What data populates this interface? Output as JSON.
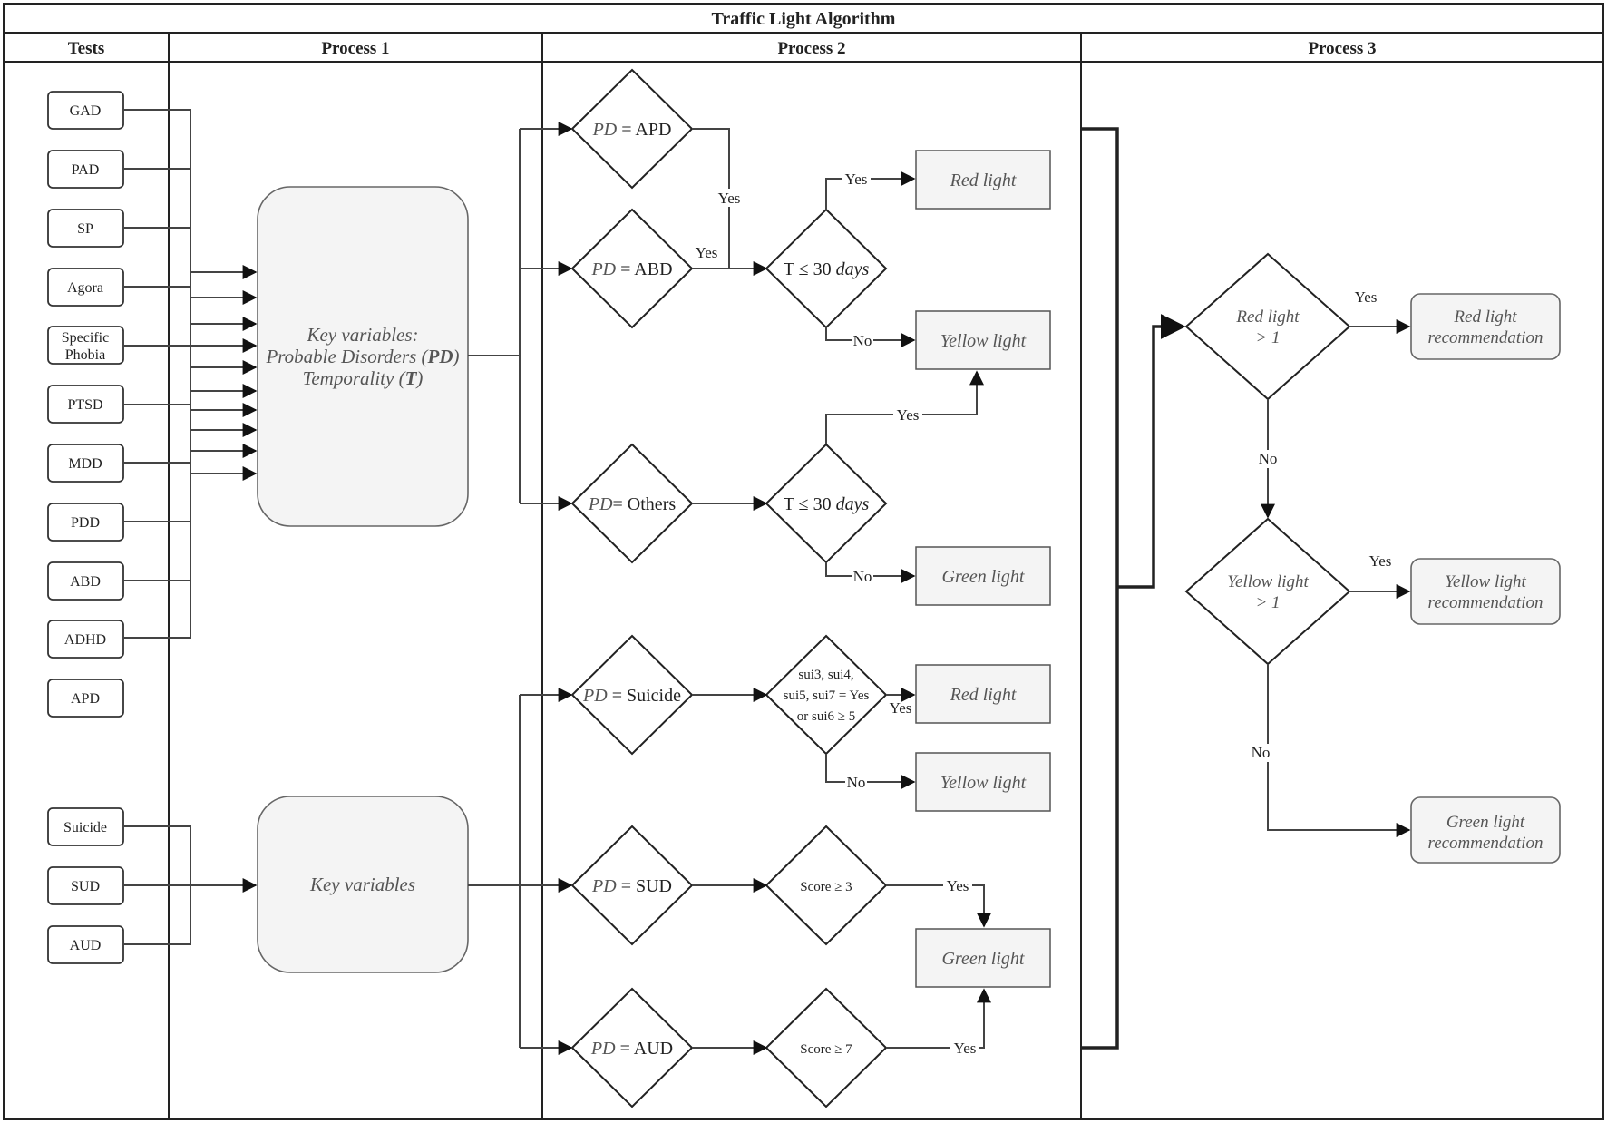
{
  "title": "Traffic Light Algorithm",
  "lanes": [
    "Tests",
    "Process 1",
    "Process 2",
    "Process 3"
  ],
  "tests": [
    "GAD",
    "PAD",
    "SP",
    "Agora",
    "Specific Phobia",
    "PTSD",
    "MDD",
    "PDD",
    "ABD",
    "ADHD",
    "APD",
    "Suicide",
    "SUD",
    "AUD"
  ],
  "process1": {
    "key_vars_line1": "Key variables:",
    "key_vars_line2_a": "Probable Disorders (",
    "key_vars_line2_b": "PD",
    "key_vars_line2_c": ")",
    "key_vars_line3_a": "Temporality (",
    "key_vars_line3_b": "T",
    "key_vars_line3_c": ")",
    "key_vars_simple": "Key variables"
  },
  "process2": {
    "pd": "PD",
    "pd_apd": " = APD",
    "pd_abd": " = ABD",
    "pd_others": "= Others",
    "pd_suicide": " = Suicide",
    "pd_sud": " = SUD",
    "pd_aud": " = AUD",
    "t_cond_a": "T ≤ 30 ",
    "t_cond_b": "days",
    "sui_line1": "sui3, sui4,",
    "sui_line2": "sui5, sui7 = Yes",
    "sui_line3": "or sui6 ≥ 5",
    "score3": "Score ≥ 3",
    "score7": "Score ≥ 7",
    "red_light": "Red light",
    "yellow_light": "Yellow light",
    "green_light": "Green light",
    "yes": "Yes",
    "no": "No"
  },
  "process3": {
    "red_cond_1": "Red light",
    "red_cond_2": "> 1",
    "yellow_cond_1": "Yellow light",
    "yellow_cond_2": "> 1",
    "red_rec_1": "Red light",
    "yellow_rec_1": "Yellow light",
    "green_rec_1": "Green light",
    "rec_2": "recommendation"
  }
}
